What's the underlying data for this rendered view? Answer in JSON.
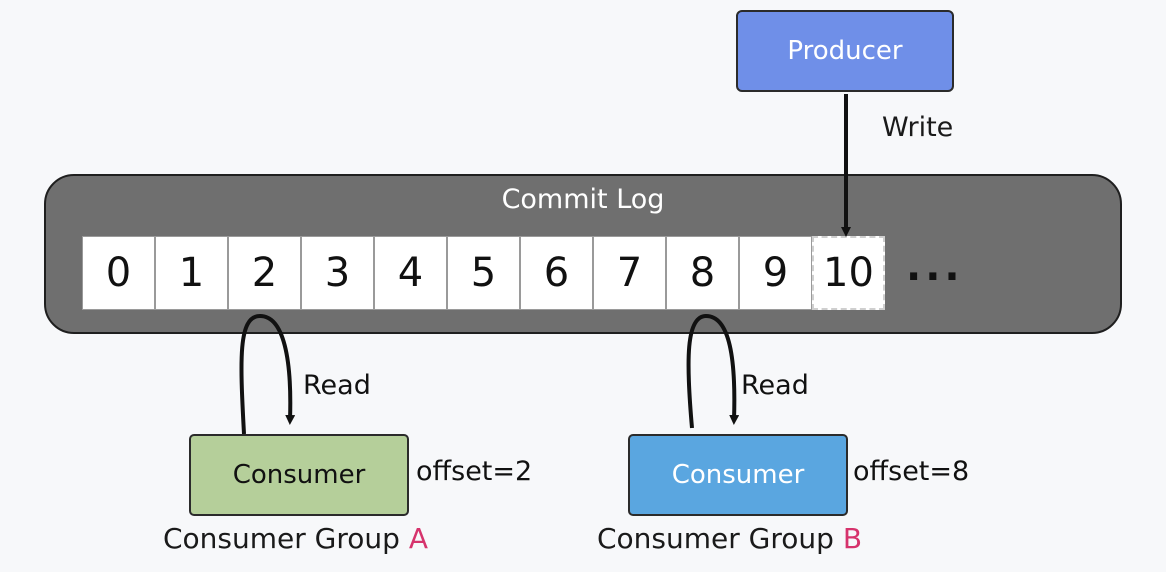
{
  "producer": {
    "label": "Producer",
    "action": "Write"
  },
  "commit_log": {
    "title": "Commit Log",
    "offsets": [
      "0",
      "1",
      "2",
      "3",
      "4",
      "5",
      "6",
      "7",
      "8",
      "9",
      "10"
    ],
    "ellipsis": "..."
  },
  "consumer_groups": [
    {
      "consumer_label": "Consumer",
      "action": "Read",
      "offset_text": "offset=2",
      "group_prefix": "Consumer Group ",
      "group_letter": "A",
      "color": "#b5cf9a"
    },
    {
      "consumer_label": "Consumer",
      "action": "Read",
      "offset_text": "offset=8",
      "group_prefix": "Consumer Group ",
      "group_letter": "B",
      "color": "#5aa6e0"
    }
  ],
  "colors": {
    "producer": "#6f8fe8",
    "commit_log": "#6f6f6f",
    "group_letter": "#d6336c"
  }
}
